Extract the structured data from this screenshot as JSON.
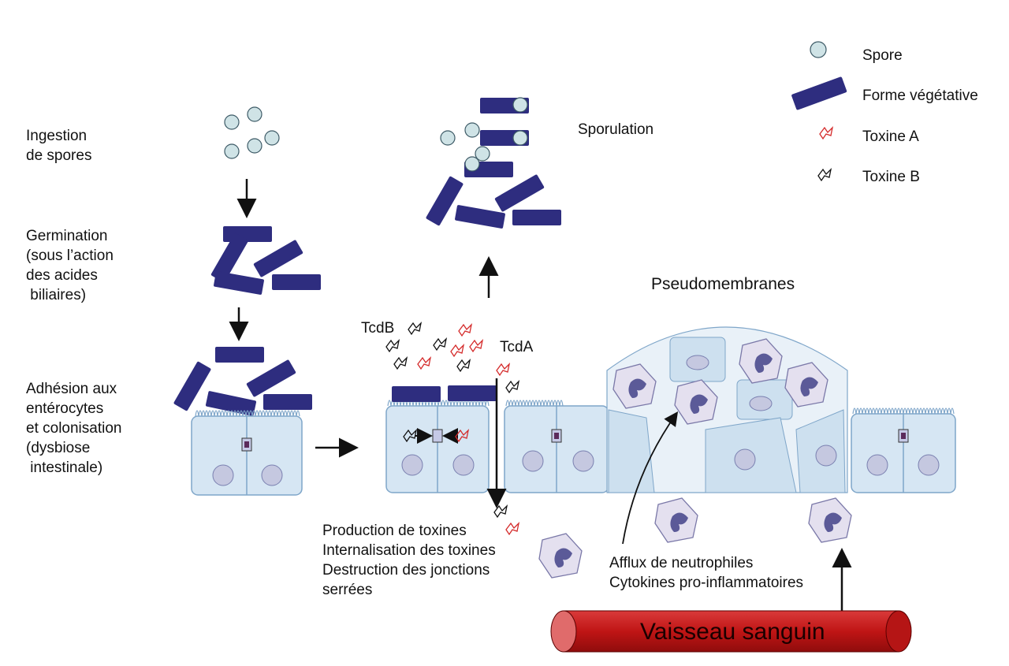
{
  "steps": {
    "ingestion": "Ingestion\nde spores",
    "germination": "Germination\n(sous l’action\ndes acides\n biliaires)",
    "adhesion": "Adhésion aux\nentérocytes\net colonisation\n(dysbiose\n intestinale)",
    "sporulation": "Sporulation",
    "production": "Production de toxines\nInternalisation des toxines\nDestruction des jonctions\nserrées",
    "afflux": "Afflux de neutrophiles\nCytokines pro-inflammatoires"
  },
  "labels": {
    "tcdb": "TcdB",
    "tcda": "TcdA",
    "pseudomembranes": "Pseudomembranes",
    "vessel": "Vaisseau sanguin"
  },
  "legend": {
    "spore": "Spore",
    "vegetative": "Forme végétative",
    "toxin_a": "Toxine A",
    "toxin_b": "Toxine B"
  },
  "colors": {
    "vegetative": "#2e2d7f",
    "spore_fill": "#cfe3e6",
    "cell_fill": "#d6e6f3",
    "cell_stroke": "#7fa6c9",
    "toxin_a": "#d42a2a",
    "toxin_b": "#111111",
    "neutrophil_fill": "#e4e0ef",
    "neutrophil_nucleus": "#5b5a98",
    "vessel": "#c41c1c"
  }
}
